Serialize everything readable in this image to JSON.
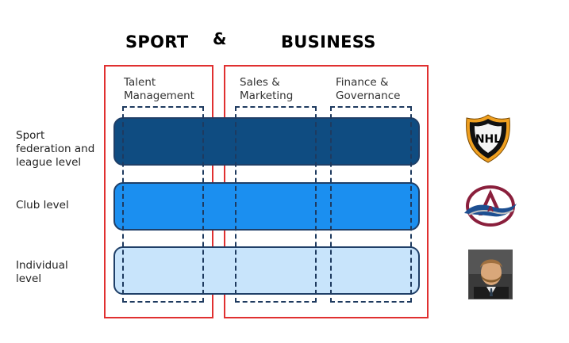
{
  "headings": {
    "sport": "SPORT",
    "amp": "&",
    "business": "BUSINESS"
  },
  "columns": [
    {
      "label_line1": "Talent",
      "label_line2": "Management"
    },
    {
      "label_line1": "Sales &",
      "label_line2": "Marketing"
    },
    {
      "label_line1": "Finance &",
      "label_line2": "Governance"
    }
  ],
  "rows": [
    {
      "label_lines": [
        "Sport",
        "federation and",
        "league level"
      ],
      "color": "#0f4c81"
    },
    {
      "label_lines": [
        "Club level"
      ],
      "color": "#1b8ff0"
    },
    {
      "label_lines": [
        "Individual",
        "level"
      ],
      "color": "#c8e4fb"
    }
  ],
  "logos": {
    "nhl": "NHL",
    "avalanche_letter": "A"
  },
  "colors": {
    "frame": "#e03030",
    "dash": "#1e3a5f"
  }
}
